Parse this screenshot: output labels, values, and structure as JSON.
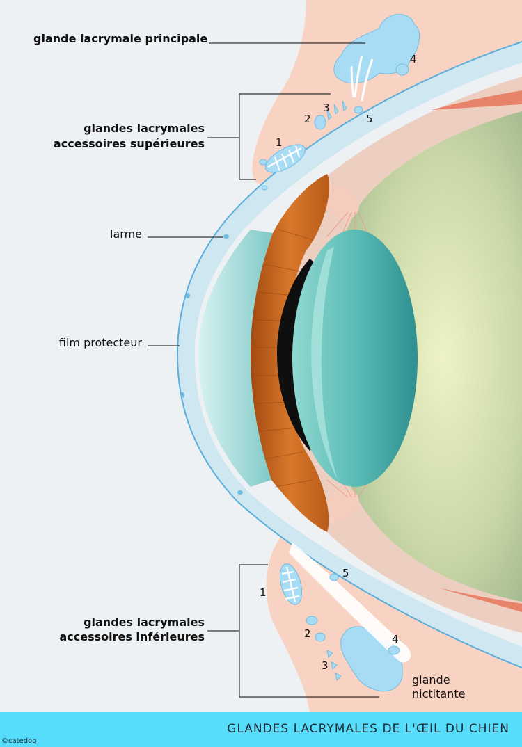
{
  "labels": {
    "main_gland": "glande lacrymale principale",
    "upper_accessory_line1": "glandes lacrymales",
    "upper_accessory_line2": "accessoires supérieures",
    "tear": "larme",
    "film": "film protecteur",
    "lower_accessory_line1": "glandes lacrymales",
    "lower_accessory_line2": "accessoires inférieures",
    "nictitating_line1": "glande",
    "nictitating_line2": "nictitante"
  },
  "numbers": {
    "upper": [
      "1",
      "2",
      "3",
      "4",
      "5"
    ],
    "lower": [
      "1",
      "2",
      "3",
      "4",
      "5"
    ]
  },
  "footer": {
    "title": "GLANDES LACRYMALES DE L'ŒIL DU CHIEN",
    "credit": "©catedog"
  },
  "colors": {
    "background": "#eef1f4",
    "eyelid_skin": "#f8d3c3",
    "sclera": "#eccfc0",
    "vitreous": "#b9c99b",
    "iris": "#c96a1e",
    "lens": "#5bbcb6",
    "gland": "#a8dcf5",
    "footer": "#56ddfb"
  }
}
